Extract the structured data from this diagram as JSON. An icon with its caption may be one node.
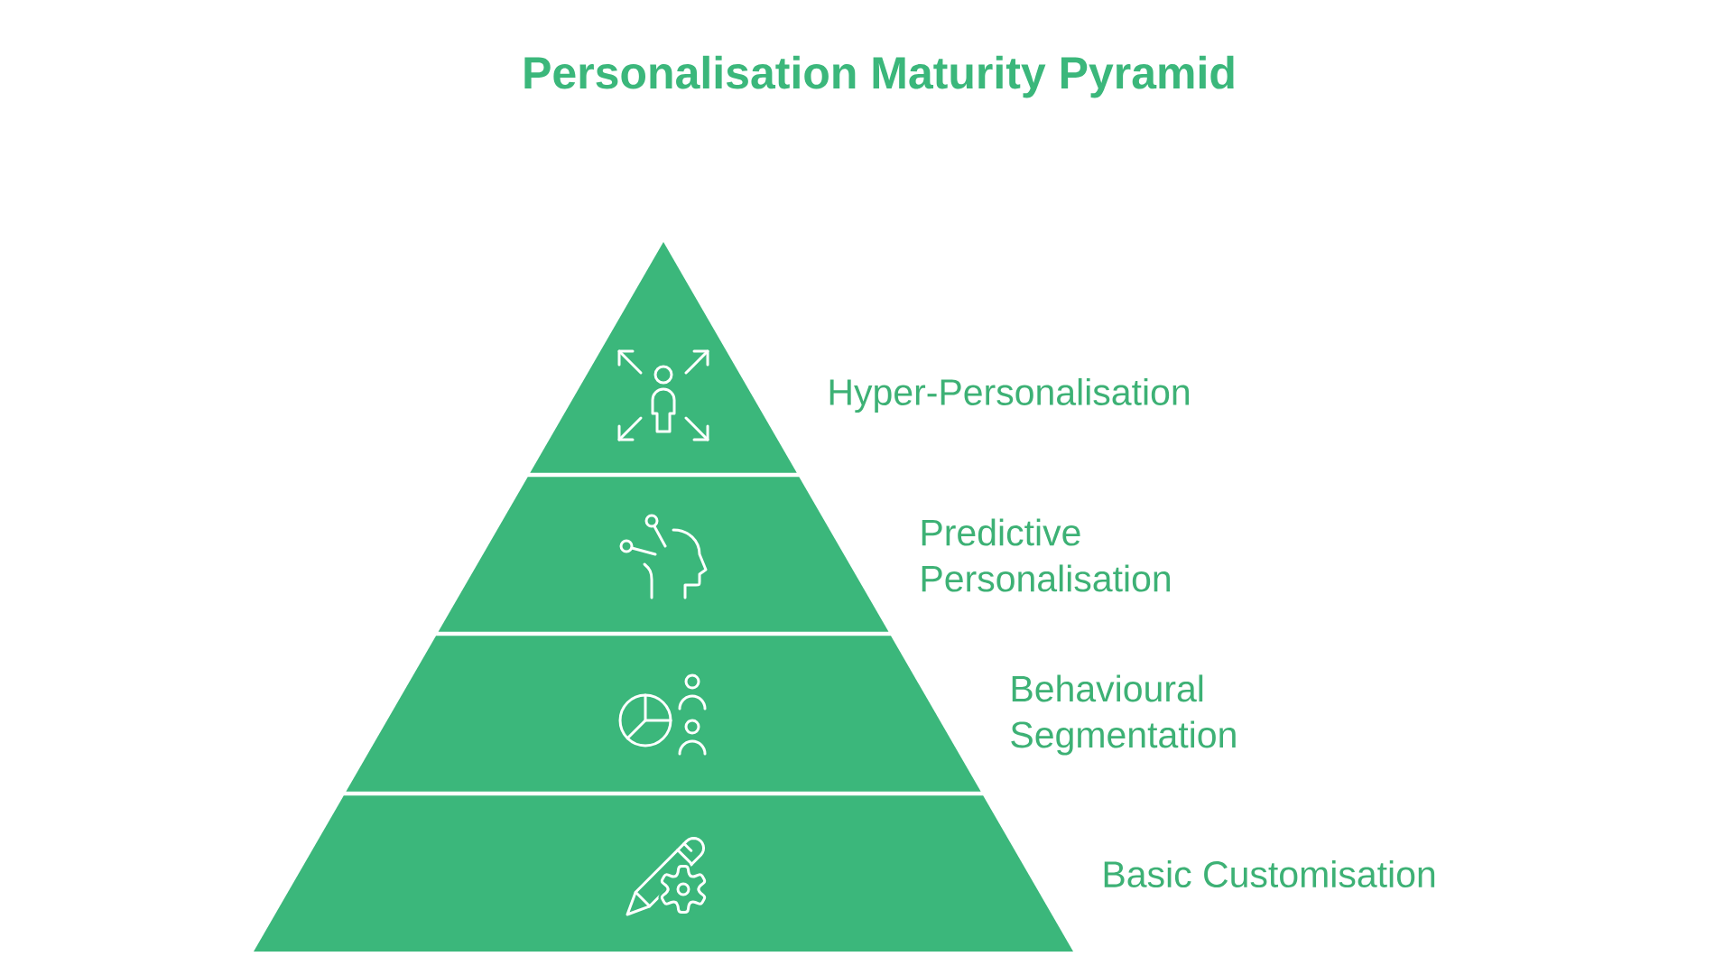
{
  "diagram": {
    "title": "Personalisation Maturity Pyramid",
    "nodes": [
      {
        "text": [
          "Hyper-Personalisation"
        ]
      },
      {
        "text": [
          "Predictive Personalisation"
        ]
      },
      {
        "text": [
          "Behavioural Segmentation"
        ]
      },
      {
        "text": [
          "Basic Customisation"
        ]
      }
    ]
  }
}
